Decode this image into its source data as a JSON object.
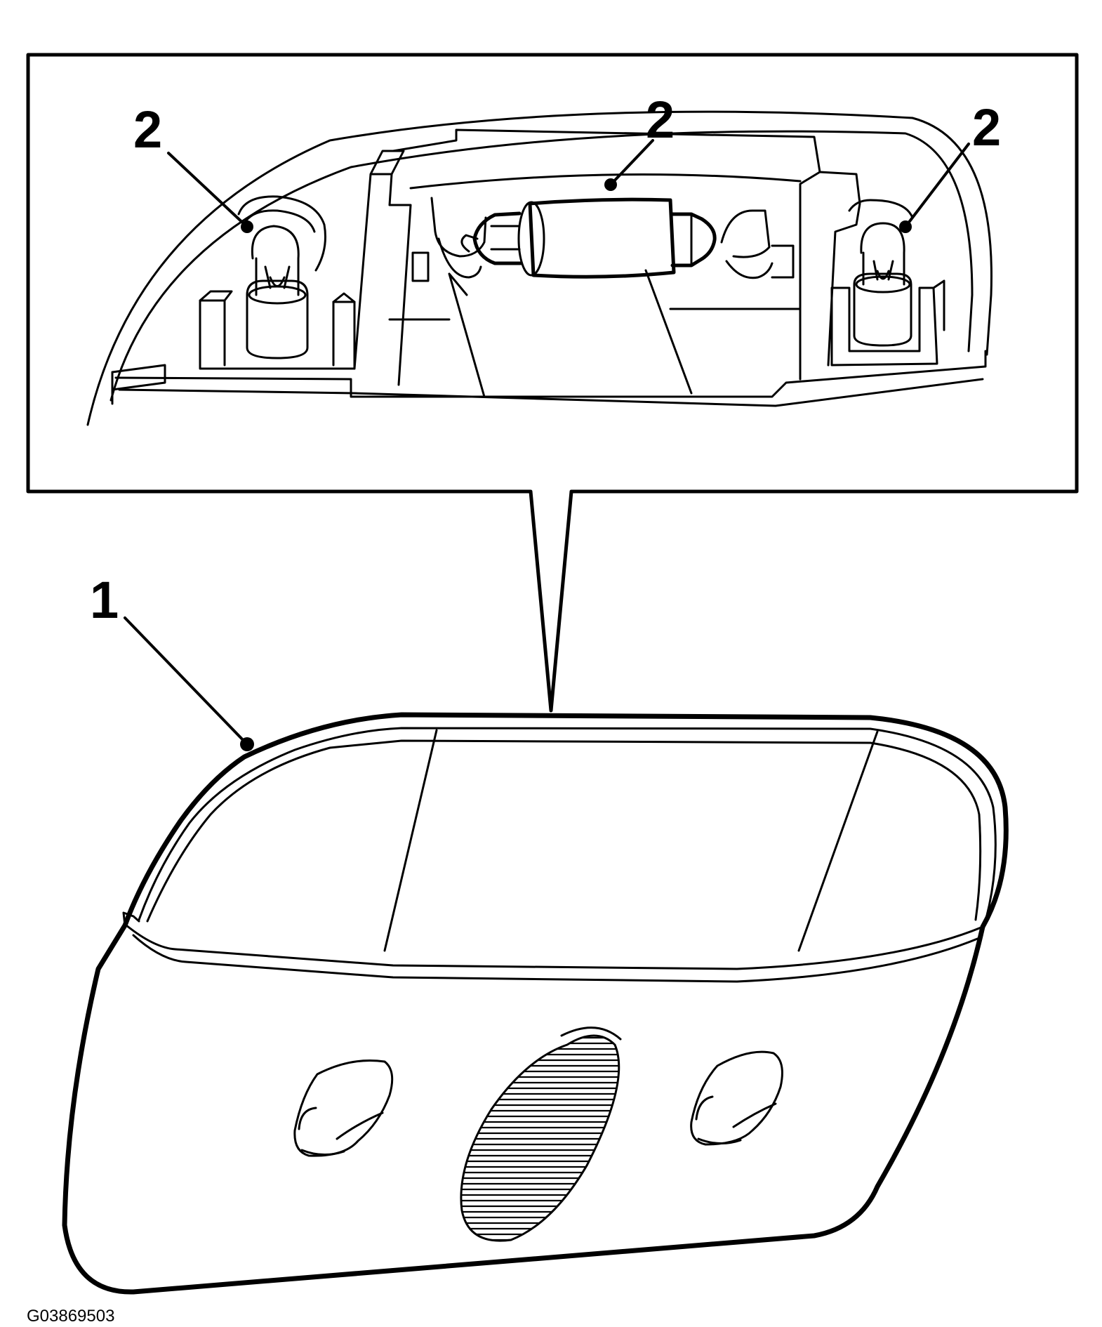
{
  "diagram": {
    "callouts": {
      "dome_lamp_assembly": "1",
      "bulb_left": "2",
      "bulb_center": "2",
      "bulb_right": "2"
    },
    "figure_id": "G03869503",
    "colors": {
      "line": "#000000",
      "background": "#ffffff"
    }
  }
}
